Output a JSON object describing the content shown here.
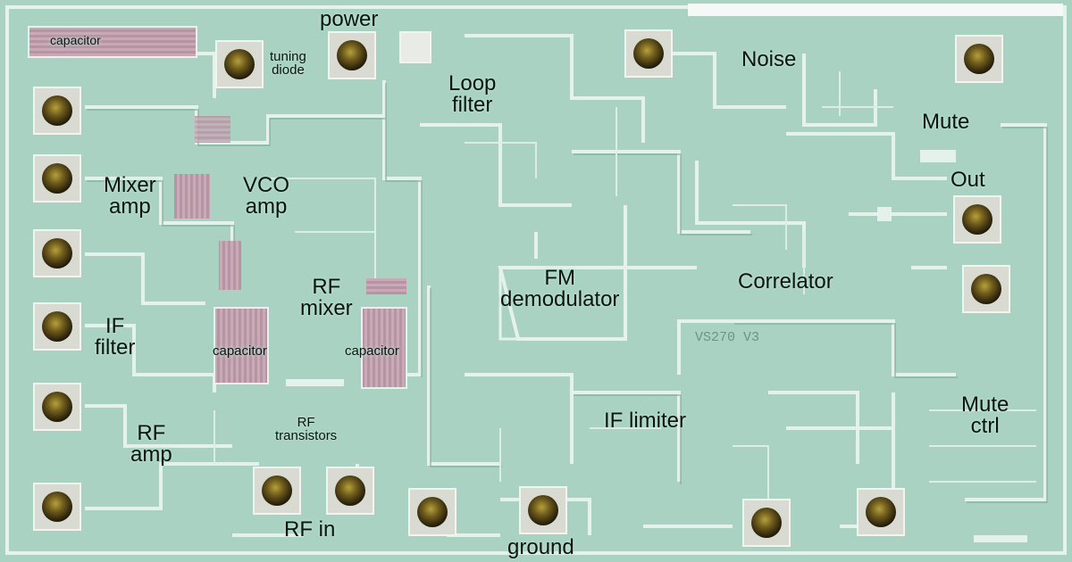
{
  "labels": {
    "capacitor_top": "capacitor",
    "power": "power",
    "tuning_diode": [
      "tuning",
      "diode"
    ],
    "loop_filter": [
      "Loop",
      "filter"
    ],
    "noise": "Noise",
    "mute": "Mute",
    "out": "Out",
    "mixer_amp": [
      "Mixer",
      "amp"
    ],
    "vco_amp": [
      "VCO",
      "amp"
    ],
    "rf_mixer": [
      "RF",
      "mixer"
    ],
    "fm_demodulator": [
      "FM",
      "demodulator"
    ],
    "correlator": "Correlator",
    "if_filter": [
      "IF",
      "filter"
    ],
    "capacitor_left": "capacitor",
    "capacitor_right": "capacitor",
    "chip_marking": "VS270  V3",
    "if_limiter": "IF limiter",
    "mute_ctrl": [
      "Mute",
      "ctrl"
    ],
    "rf_amp": [
      "RF",
      "amp"
    ],
    "rf_transistors": [
      "RF",
      "transistors"
    ],
    "rf_in": "RF in",
    "ground": "ground"
  },
  "colors": {
    "substrate": "#a9d2c2",
    "substrate_light": "#bfe2d4",
    "metal": "#e4f1ec",
    "metal_shadow": "#7fae9d",
    "pad_metal": "#d9dbd2",
    "bond_ball": "#2a2210",
    "capacitor": "#b793a3",
    "label_text": "#0d1410"
  }
}
